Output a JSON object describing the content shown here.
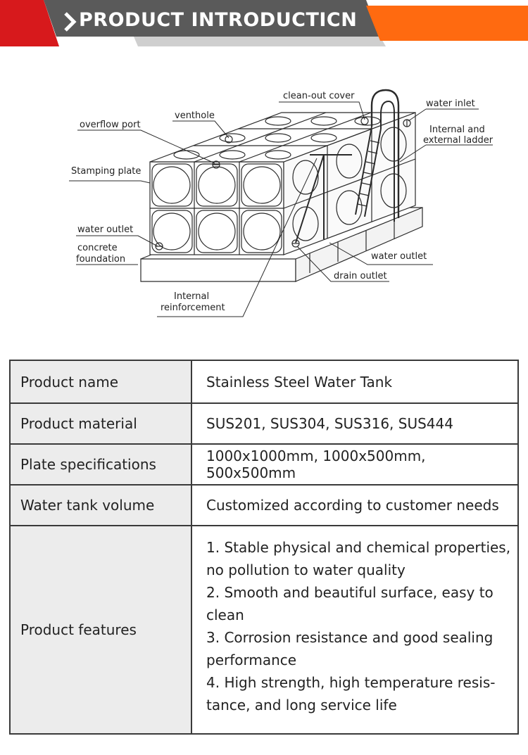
{
  "header": {
    "title": "PRODUCT INTRODUCTICN",
    "colors": {
      "dark": "#5a5a5a",
      "red": "#d7191c",
      "orange": "#ff6a10",
      "grey": "#cfcfcf"
    }
  },
  "diagram": {
    "labels": {
      "clean_out_cover": "clean-out cover",
      "water_inlet": "water inlet",
      "venthole": "venthole",
      "overflow_port": "overflow port",
      "ladder_line1": "Internal and",
      "ladder_line2": "external ladder",
      "stamping_plate": "Stamping plate",
      "water_outlet_left": "water outlet",
      "concrete_line1": "concrete",
      "concrete_line2": "foundation",
      "water_outlet_right": "water outlet",
      "drain_outlet": "drain outlet",
      "reinforcement_line1": "Internal",
      "reinforcement_line2": "reinforcement"
    }
  },
  "table": {
    "rows": [
      {
        "key": "Product name",
        "value": "Stainless Steel Water Tank"
      },
      {
        "key": "Product material",
        "value": "SUS201, SUS304, SUS316, SUS444"
      },
      {
        "key": "Plate specifications",
        "value": "1000x1000mm, 1000x500mm, 500x500mm"
      },
      {
        "key": "Water tank volume",
        "value": "Customized according to customer needs"
      }
    ],
    "features": {
      "key": "Product features",
      "lines": [
        "1. Stable physical and chemical properties,",
        "no pollution to water quality",
        "2. Smooth and beautiful surface, easy to",
        "clean",
        "3. Corrosion resistance and good sealing",
        "performance",
        "4. High strength, high temperature resis-",
        "tance, and long service life"
      ]
    }
  }
}
